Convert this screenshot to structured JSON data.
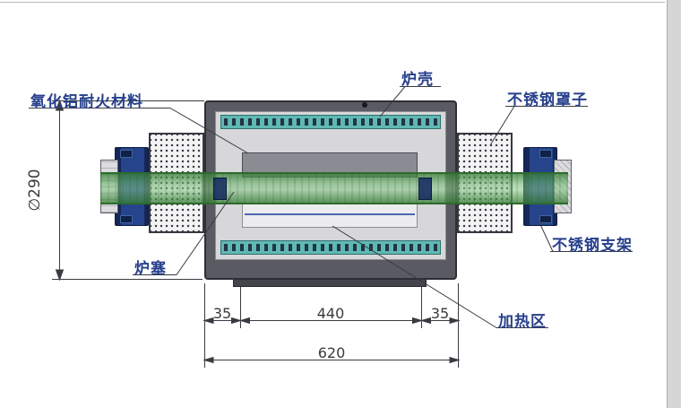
{
  "diagram": {
    "subject": "tube-furnace-cross-section",
    "labels": {
      "alumina_refractory": "氧化铝耐火材料",
      "furnace_shell": "炉壳",
      "stainless_steel_cover": "不锈钢罩子",
      "stainless_steel_bracket": "不锈钢支架",
      "furnace_plug": "炉塞",
      "heating_zone": "加热区"
    },
    "dimensions": {
      "outer_diameter": "∅290",
      "left_offset": "35",
      "heating_length": "440",
      "right_offset": "35",
      "overall_length": "620"
    },
    "colors": {
      "shell_gray": "#5a5a62",
      "insulation_gray": "#d7d7d9",
      "heater_teal": "#5fb8b4",
      "tube_green": "#4a944a",
      "flange_blue": "#25448c",
      "label_navy": "#27408c",
      "line_dark": "#3a3a42"
    }
  }
}
